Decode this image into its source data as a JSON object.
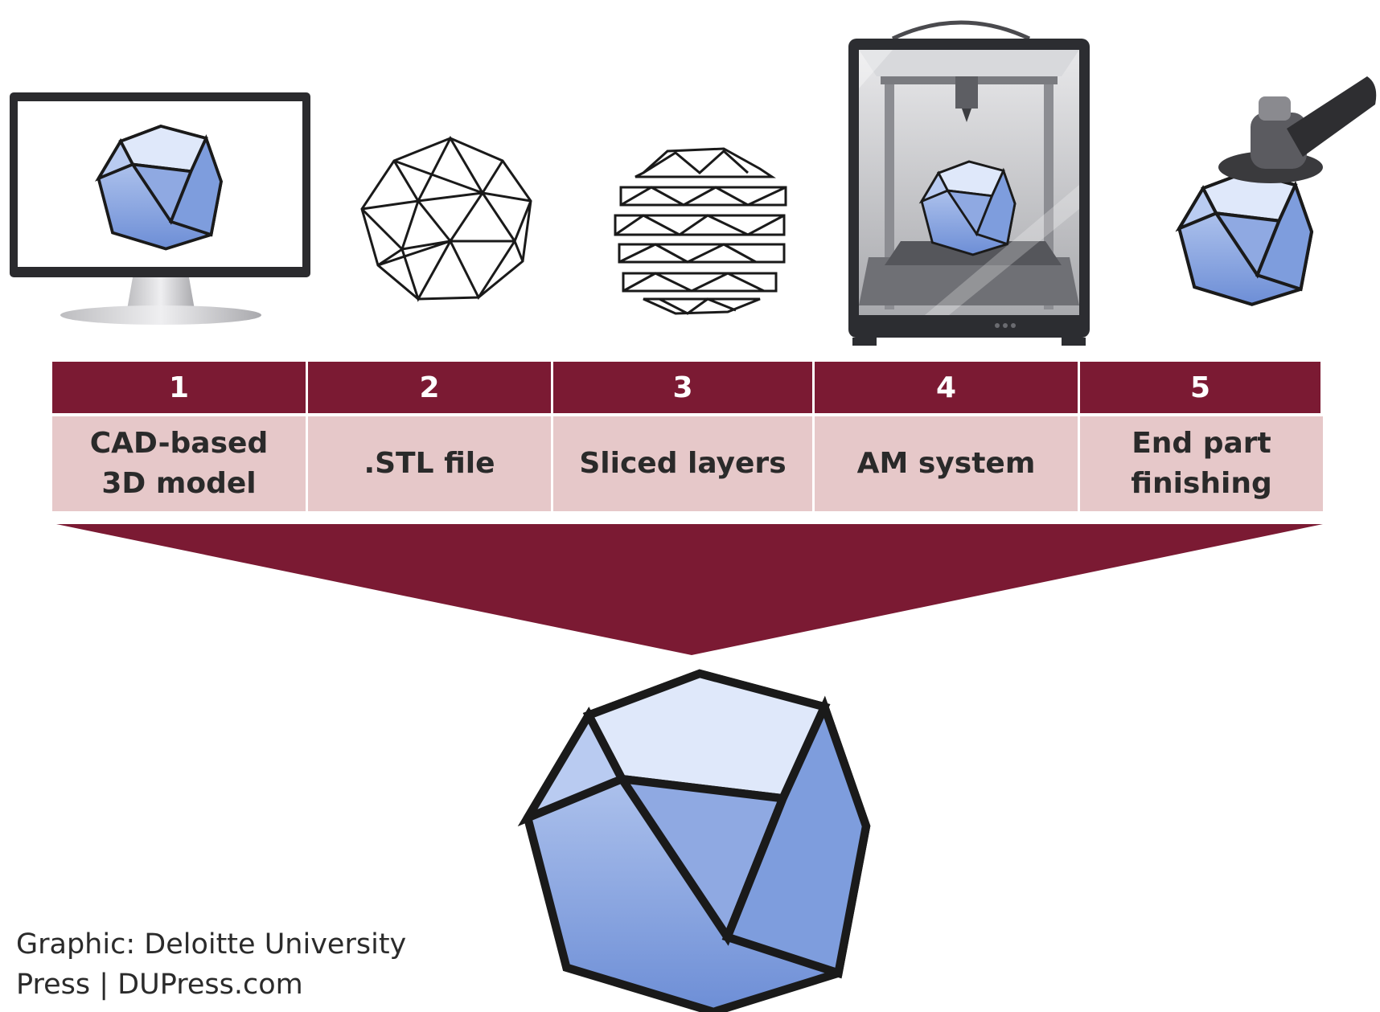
{
  "steps": [
    {
      "number": "1",
      "label": "CAD-based\n3D model",
      "icon": "computer-monitor-icon"
    },
    {
      "number": "2",
      "label": ".STL file",
      "icon": "wireframe-mesh-icon"
    },
    {
      "number": "3",
      "label": "Sliced layers",
      "icon": "sliced-layers-icon"
    },
    {
      "number": "4",
      "label": "AM system",
      "icon": "3d-printer-icon"
    },
    {
      "number": "5",
      "label": "End part\nfinishing",
      "icon": "angle-grinder-icon"
    }
  ],
  "credit": {
    "line1": "Graphic: Deloitte University",
    "line2": "Press | DUPress.com"
  },
  "colors": {
    "header": "#7b1a33",
    "label_bg": "#e6c8c9",
    "funnel": "#7b1a33",
    "part_fill": "#a9c0ec",
    "part_dark": "#5b7fcf"
  }
}
